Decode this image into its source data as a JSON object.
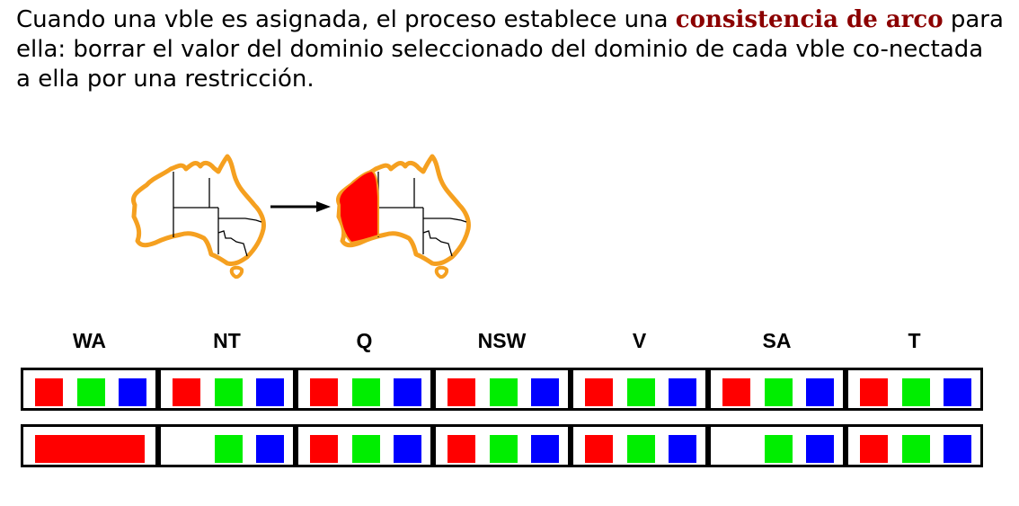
{
  "paragraph": {
    "before": "Cuando una vble es asignada, el proceso establece una",
    "highlight": "consistencia de arco",
    "after": "para ella: borrar el valor del dominio seleccionado del dominio de cada vble co-nectada a ella por una restricción."
  },
  "colors": {
    "red": "#ff0000",
    "green": "#00ee00",
    "blue": "#0000ff",
    "map_outline": "#f5a020",
    "highlight_text": "#8b0000"
  },
  "variables": [
    "WA",
    "NT",
    "Q",
    "NSW",
    "V",
    "SA",
    "T"
  ],
  "domains": {
    "initial": [
      [
        "red",
        "green",
        "blue"
      ],
      [
        "red",
        "green",
        "blue"
      ],
      [
        "red",
        "green",
        "blue"
      ],
      [
        "red",
        "green",
        "blue"
      ],
      [
        "red",
        "green",
        "blue"
      ],
      [
        "red",
        "green",
        "blue"
      ],
      [
        "red",
        "green",
        "blue"
      ]
    ],
    "after_assignment": [
      [
        "red"
      ],
      [
        "green",
        "blue"
      ],
      [
        "red",
        "green",
        "blue"
      ],
      [
        "red",
        "green",
        "blue"
      ],
      [
        "red",
        "green",
        "blue"
      ],
      [
        "green",
        "blue"
      ],
      [
        "red",
        "green",
        "blue"
      ]
    ],
    "assigned_variable": "WA"
  },
  "icons": {
    "map_before": "australia-map-icon",
    "arrow": "arrow-right-icon",
    "map_after": "australia-map-wa-red-icon"
  }
}
